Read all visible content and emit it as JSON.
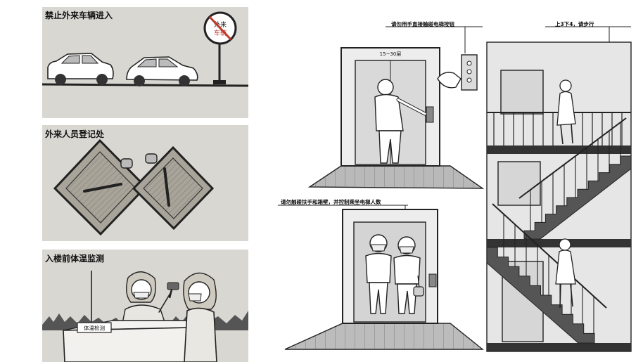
{
  "panels": [
    {
      "caption": "禁止外来车辆进入",
      "sign": {
        "line1": "外来",
        "line2": "车辆"
      }
    },
    {
      "caption": "外来人员登记处"
    },
    {
      "caption": "入楼前体温监测",
      "desk_sign": "体温检测"
    }
  ],
  "elevator_top": {
    "caption": "请勿用手直接触碰电梯按钮",
    "floor_sign": "15~30层"
  },
  "stairs": {
    "caption": "上3下4，请步行"
  },
  "elevator_bottom": {
    "caption": "请勿触碰扶手和箱壁，并控制乘坐电梯人数"
  },
  "colors": {
    "panel_bg": "#d9d7d2",
    "sign_red": "#c0392b",
    "ink": "#222222"
  }
}
